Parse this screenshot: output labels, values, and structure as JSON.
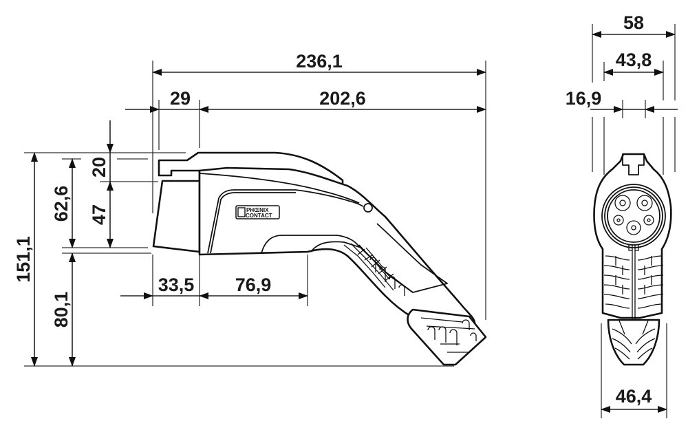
{
  "drawing": {
    "type": "technical-dimension-drawing",
    "subject": "EV charging connector (side view and front view)",
    "logo": {
      "line1": "PHŒNIX",
      "line2": "CONTACT"
    },
    "units_note": "",
    "side_view": {
      "dimensions": {
        "overall_length": "236,1",
        "latch_offset": "29",
        "body_length": "202,6",
        "top_latch_height": "20",
        "upper_height": "62,6",
        "front_height": "47",
        "overall_height": "151,1",
        "lower_height": "80,1",
        "grip_offset": "33,5",
        "grip_length": "76,9"
      }
    },
    "front_view": {
      "dimensions": {
        "overall_width": "58",
        "inner_width": "43,8",
        "latch_width": "16,9",
        "cable_sleeve_width": "46,4"
      },
      "contacts": 5
    }
  },
  "colors": {
    "line": "#111111",
    "background": "#ffffff"
  }
}
